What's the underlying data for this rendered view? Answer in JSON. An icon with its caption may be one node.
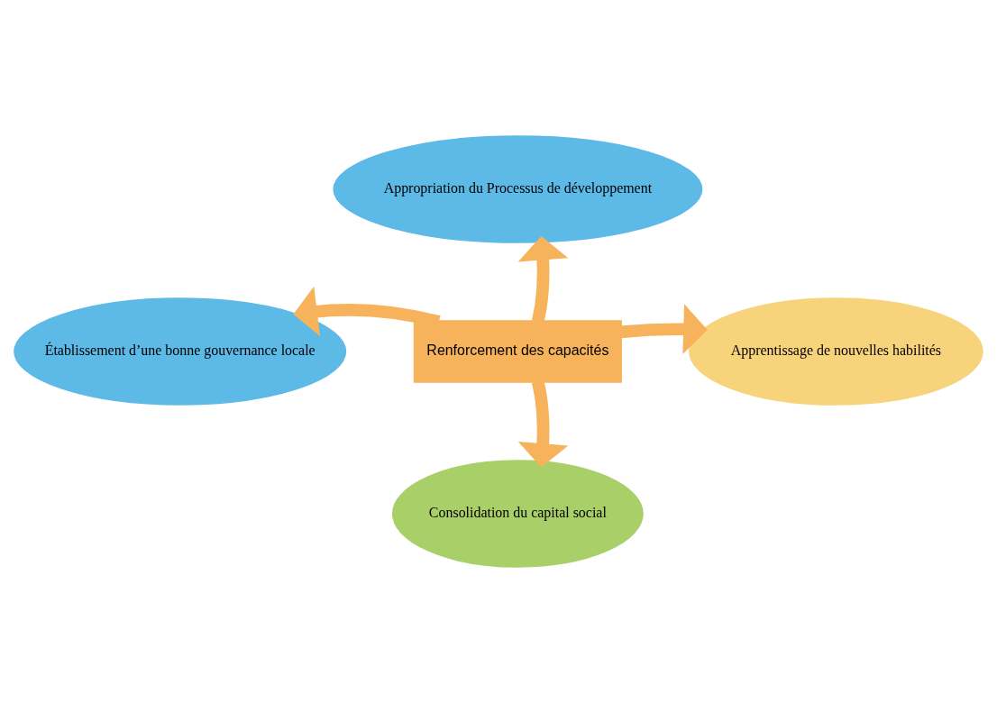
{
  "diagram": {
    "nodes": [
      {
        "text": [
          "Appropriation du Processus de développement"
        ]
      },
      {
        "text": [
          "Établissement d’une bonne gouvernance locale"
        ]
      },
      {
        "text": [
          "Renforcement des capacités"
        ]
      },
      {
        "text": [
          "Apprentissage de nouvelles habilités"
        ]
      },
      {
        "text": [
          "Consolidation du capital social"
        ]
      }
    ],
    "edges": [
      {
        "from": 2,
        "to": 0,
        "arrow": "to"
      },
      {
        "from": 2,
        "to": 1,
        "arrow": "to"
      },
      {
        "from": 2,
        "to": 3,
        "arrow": "to"
      },
      {
        "from": 2,
        "to": 4,
        "arrow": "to"
      }
    ]
  }
}
